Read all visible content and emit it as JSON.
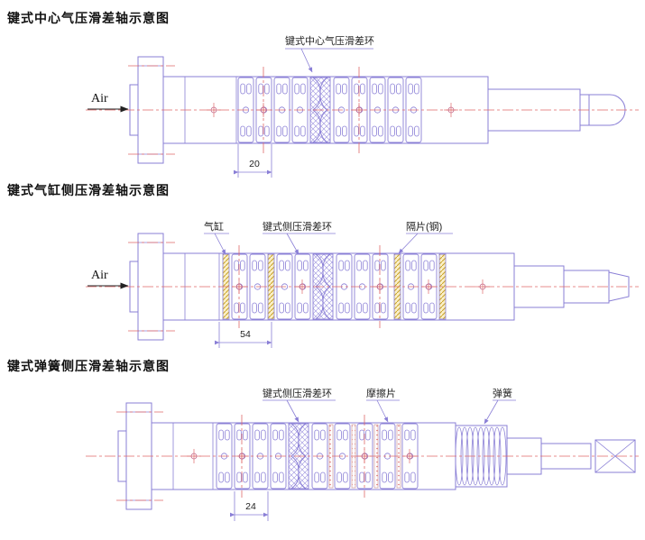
{
  "colors": {
    "line": "#8a7fd6",
    "centerline": "#e06a6a",
    "spacer_hatch": "#c9a227",
    "text": "#111111"
  },
  "diagrams": [
    {
      "title": "键式中心气压滑差轴示意图",
      "air_label": "Air",
      "callouts": [
        {
          "text": "键式中心气压滑差环"
        }
      ],
      "dimension": "20"
    },
    {
      "title": "键式气缸侧压滑差轴示意图",
      "air_label": "Air",
      "callouts": [
        {
          "text": "气缸"
        },
        {
          "text": "键式侧压滑差环"
        },
        {
          "text": "隔片(钢)"
        }
      ],
      "dimension": "54"
    },
    {
      "title": "键式弹簧侧压滑差轴示意图",
      "callouts": [
        {
          "text": "键式侧压滑差环"
        },
        {
          "text": "摩擦片"
        },
        {
          "text": "弹簧"
        }
      ],
      "dimension": "24"
    }
  ]
}
